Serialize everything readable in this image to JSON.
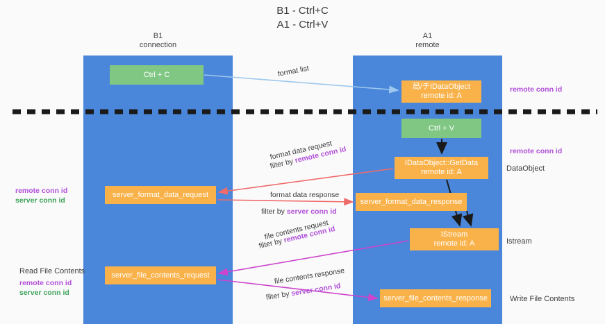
{
  "title": {
    "line1": "B1 - Ctrl+C",
    "line2": "A1 - Ctrl+V"
  },
  "columns": [
    {
      "id": "b1",
      "name": "B1",
      "role": "connection",
      "color": "#4a86d9"
    },
    {
      "id": "a1",
      "name": "A1",
      "role": "remote",
      "color": "#4a86d9"
    }
  ],
  "colors": {
    "column_blue": "#4a86d9",
    "green_node": "#81c784",
    "orange_node": "#f9b24a",
    "remote_conn_id": "#b14fd8",
    "server_conn_id": "#3fa35a",
    "arrow_lightblue": "#9ec8ee",
    "arrow_red": "#ef6b6b",
    "arrow_magenta": "#cc44cc",
    "arrow_black": "#1a1a1a",
    "background": "#fafafa"
  },
  "nodes": {
    "ctrl_c": {
      "label": "Ctrl + C",
      "color": "green"
    },
    "idataobject": {
      "line1": "局/チIDataObject",
      "line2": "remote id: A",
      "color": "orange"
    },
    "ctrl_v": {
      "label": "Ctrl + V",
      "color": "green"
    },
    "getdata": {
      "line1": "IDataObject::GetData",
      "line2": "remote id: A",
      "color": "orange"
    },
    "server_format_data_request": {
      "label": "server_format_data_request",
      "color": "orange"
    },
    "server_format_data_response": {
      "label": "server_format_data_response",
      "color": "orange"
    },
    "istream": {
      "line1": "IStream",
      "line2": "remote id: A",
      "color": "orange"
    },
    "server_file_contents_request": {
      "label": "server_file_contents_request",
      "color": "orange"
    },
    "server_file_contents_response": {
      "label": "server_file_contents_response",
      "color": "orange"
    }
  },
  "arrow_labels": {
    "format_list": "format list",
    "format_data_request": "format data request",
    "format_data_request_filter_prefix": "filter by ",
    "format_data_request_filter_key": "remote conn id",
    "format_data_response": "format data response",
    "format_data_response_filter_prefix": "filter by ",
    "format_data_response_filter_key": "server conn id",
    "file_contents_request": "file contents request",
    "file_contents_request_filter_prefix": "filter by ",
    "file_contents_request_filter_key": "remote conn id",
    "file_contents_response": "file contents response",
    "file_contents_response_filter_prefix": "filter by ",
    "file_contents_response_filter_key": "server conn id"
  },
  "annotations": {
    "remote_conn_id_top": "remote conn id",
    "remote_conn_id_mid": "remote conn id",
    "dataobject": "DataObject",
    "istream": "Istream",
    "write_file_contents": "Write File Contents",
    "left_remote_conn_id_mid": "remote conn id",
    "left_server_conn_id_mid": "server conn id",
    "read_file_contents": "Read File Contents",
    "left_remote_conn_id_bot": "remote conn id",
    "left_server_conn_id_bot": "server conn id"
  }
}
